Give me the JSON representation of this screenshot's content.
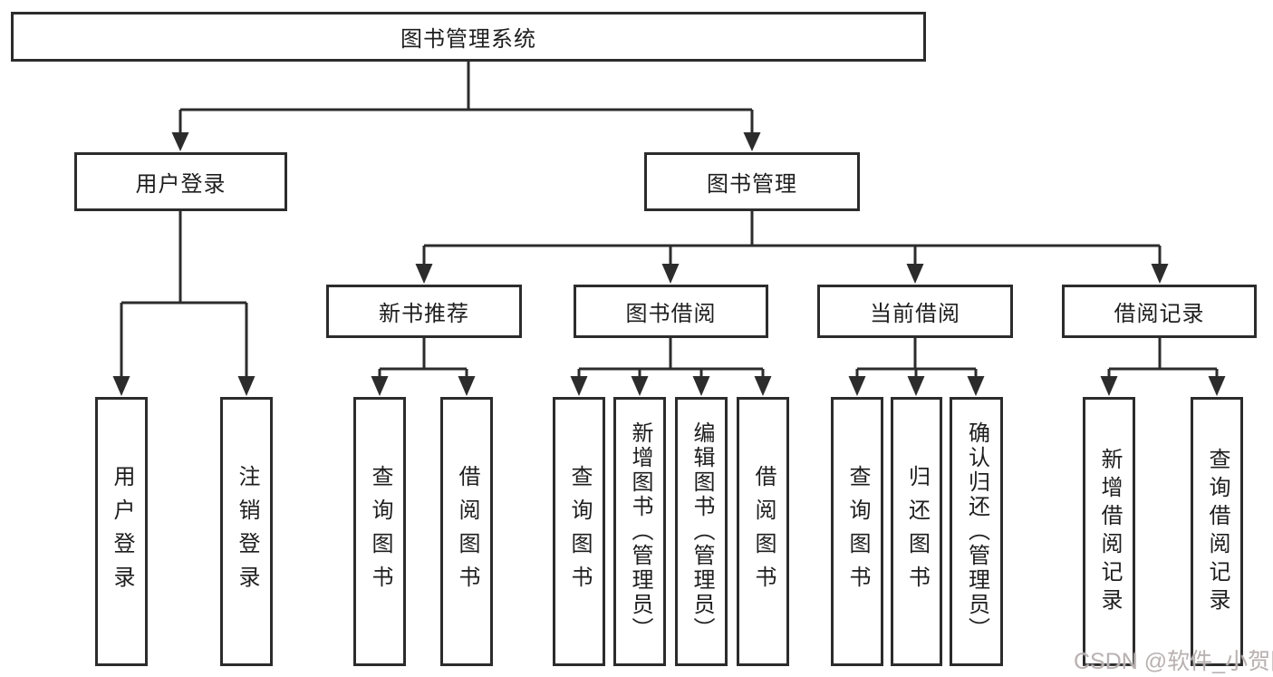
{
  "colors": {
    "background": "#ffffff",
    "line": "#2c2c2c",
    "box_border": "#2c2c2c",
    "text": "#1e1e1e",
    "watermark": "#b9b1b1"
  },
  "root": {
    "label": "图书管理系统"
  },
  "branches": [
    {
      "label": "用户登录",
      "children": [
        {
          "label": "用户登录"
        },
        {
          "label": "注销登录"
        }
      ]
    },
    {
      "label": "图书管理",
      "children": [
        {
          "label": "新书推荐",
          "children": [
            {
              "label": "查询图书"
            },
            {
              "label": "借阅图书"
            }
          ]
        },
        {
          "label": "图书借阅",
          "children": [
            {
              "label": "查询图书"
            },
            {
              "label": "新增图书（管理员）"
            },
            {
              "label": "编辑图书（管理员）"
            },
            {
              "label": "借阅图书"
            }
          ]
        },
        {
          "label": "当前借阅",
          "children": [
            {
              "label": "查询图书"
            },
            {
              "label": "归还图书"
            },
            {
              "label": "确认归还（管理员）"
            }
          ]
        },
        {
          "label": "借阅记录",
          "children": [
            {
              "label": "新增借阅记录"
            },
            {
              "label": "查询借阅记录"
            }
          ]
        }
      ]
    }
  ],
  "watermark": {
    "text": "CSDN @软件_小贺同学"
  }
}
